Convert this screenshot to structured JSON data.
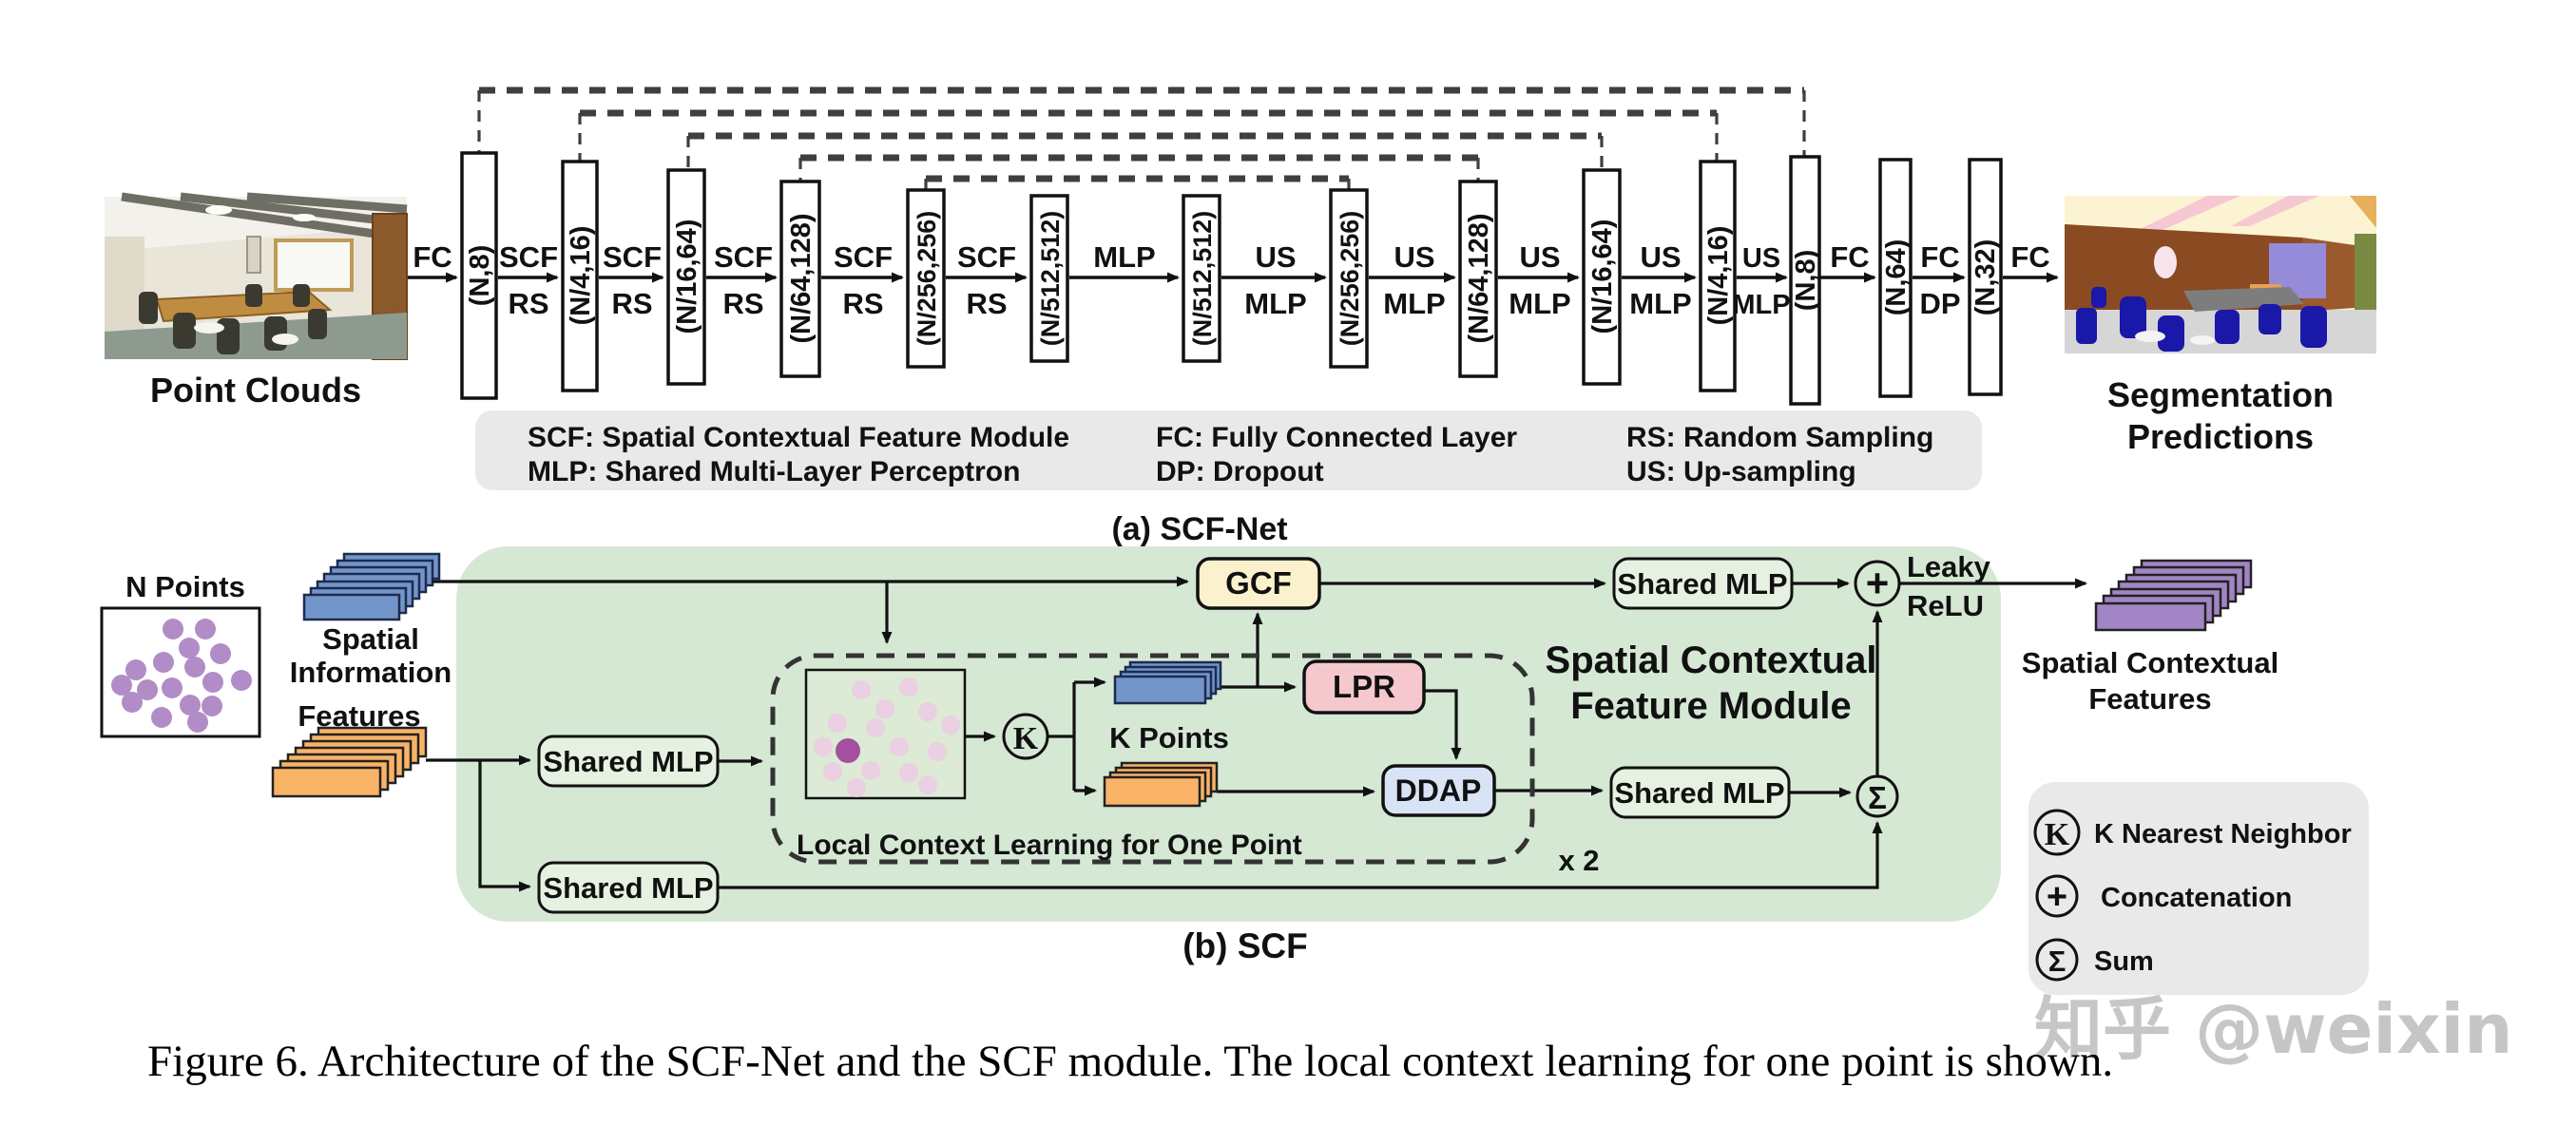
{
  "panel_a": {
    "title": "(a) SCF-Net",
    "input_label": "Point Clouds",
    "output_label_line1": "Segmentation",
    "output_label_line2": "Predictions",
    "boxes": [
      {
        "label": "(N,8)"
      },
      {
        "label": "(N/4,16)"
      },
      {
        "label": "(N/16,64)"
      },
      {
        "label": "(N/64,128)"
      },
      {
        "label": "(N/256,256)"
      },
      {
        "label": "(N/512,512)"
      },
      {
        "label": "(N/512,512)"
      },
      {
        "label": "(N/256,256)"
      },
      {
        "label": "(N/64,128)"
      },
      {
        "label": "(N/16,64)"
      },
      {
        "label": "(N/4,16)"
      },
      {
        "label": "(N,8)"
      },
      {
        "label": "(N,64)"
      },
      {
        "label": "(N,32)"
      }
    ],
    "stages": [
      {
        "top": "FC",
        "bottom": ""
      },
      {
        "top": "SCF",
        "bottom": "RS"
      },
      {
        "top": "SCF",
        "bottom": "RS"
      },
      {
        "top": "SCF",
        "bottom": "RS"
      },
      {
        "top": "SCF",
        "bottom": "RS"
      },
      {
        "top": "SCF",
        "bottom": "RS"
      },
      {
        "top": "MLP",
        "bottom": ""
      },
      {
        "top": "US",
        "bottom": "MLP"
      },
      {
        "top": "US",
        "bottom": "MLP"
      },
      {
        "top": "US",
        "bottom": "MLP"
      },
      {
        "top": "US",
        "bottom": "MLP"
      },
      {
        "top": "US",
        "bottom": "MLP"
      },
      {
        "top": "FC",
        "bottom": ""
      },
      {
        "top": "FC",
        "bottom": "DP"
      },
      {
        "top": "FC",
        "bottom": ""
      }
    ],
    "legend": [
      "SCF: Spatial Contextual Feature Module",
      "MLP: Shared Multi-Layer Perceptron",
      "FC: Fully Connected Layer",
      "DP: Dropout",
      "RS: Random Sampling",
      "US: Up-sampling"
    ]
  },
  "panel_b": {
    "title": "(b) SCF",
    "n_points": "N Points",
    "spatial_info_line1": "Spatial",
    "spatial_info_line2": "Information",
    "features": "Features",
    "shared_mlp": "Shared MLP",
    "gcf": "GCF",
    "lpr": "LPR",
    "ddap": "DDAP",
    "k_symbol": "K",
    "k_points": "K Points",
    "local_box_label": "Local Context Learning for One Point",
    "repeat_label": "x 2",
    "module_title_line1": "Spatial Contextual",
    "module_title_line2": "Feature Module",
    "leaky_line1": "Leaky",
    "leaky_line2": "ReLU",
    "plus_symbol": "+",
    "sigma_symbol": "Σ",
    "output_label_line1": "Spatial Contextual",
    "output_label_line2": "Features",
    "legend": [
      {
        "symbol": "K",
        "label": "K Nearest Neighbor"
      },
      {
        "symbol": "+",
        "label": "Concatenation"
      },
      {
        "symbol": "Σ",
        "label": "Sum"
      }
    ]
  },
  "caption": "Figure 6. Architecture of the SCF-Net and the SCF module. The local context learning for one point is shown.",
  "watermark": "知乎 @weixin",
  "colors": {
    "module_green": "#d5e8d4",
    "legend_gray": "#e9e9e9",
    "gcf_yellow": "#fbf2cd",
    "lpr_pink": "#f4c8cd",
    "ddap_blue": "#d9e3f6",
    "mlp_box_green": "#e7f1e1",
    "mini_box_green": "#dcead6",
    "blue_bar": "#7295ca",
    "orange_bar": "#f9b367",
    "purple_bar": "#a285c4",
    "dot_purple": "#b18cc6",
    "pale_dot": "#ebcfe3",
    "center_dot": "#a3519f",
    "watermark_gray": "#c6c6c9"
  }
}
